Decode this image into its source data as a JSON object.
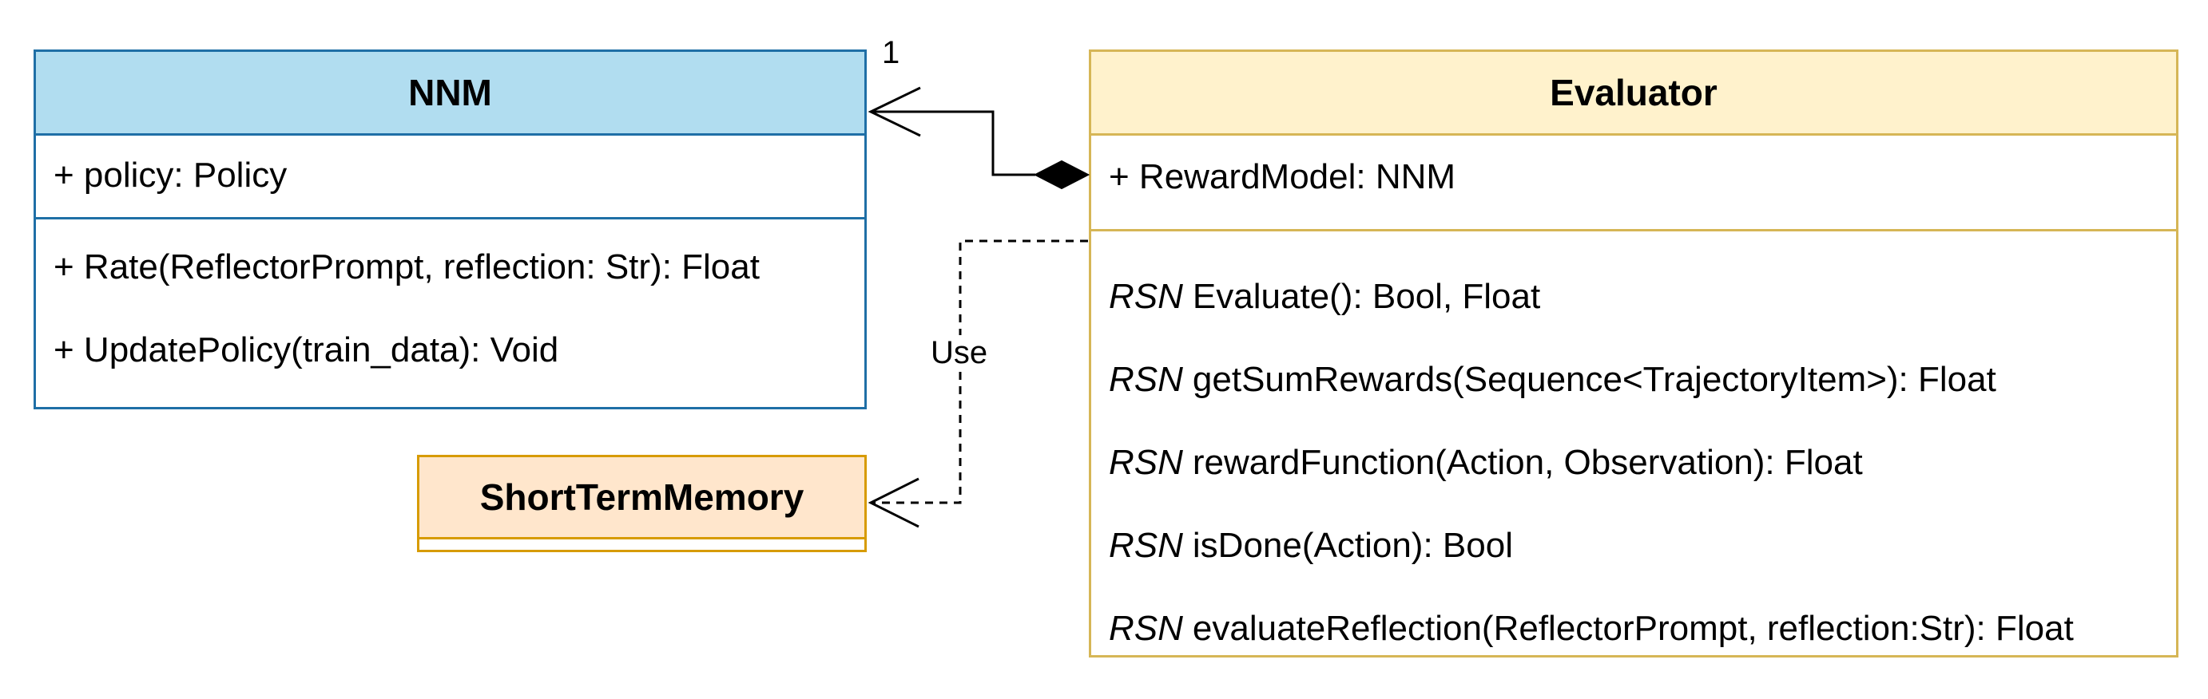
{
  "classes": {
    "nnm": {
      "name": "NNM",
      "attributes": [
        "+ policy: Policy"
      ],
      "methods": [
        "+ Rate(ReflectorPrompt, reflection: Str): Float",
        "+ UpdatePolicy(train_data): Void"
      ]
    },
    "short_term_memory": {
      "name": "ShortTermMemory"
    },
    "evaluator": {
      "name": "Evaluator",
      "attributes": [
        "+ RewardModel: NNM"
      ],
      "methods": [
        {
          "stereotype": "RSN",
          "signature": "Evaluate(): Bool, Float"
        },
        {
          "stereotype": "RSN",
          "signature": "getSumRewards(Sequence<TrajectoryItem>): Float"
        },
        {
          "stereotype": "RSN",
          "signature": "rewardFunction(Action, Observation): Float"
        },
        {
          "stereotype": "RSN",
          "signature": "isDone(Action): Bool"
        },
        {
          "stereotype": "RSN",
          "signature": "evaluateReflection(ReflectorPrompt, reflection:Str): Float"
        }
      ]
    }
  },
  "relations": {
    "composition": {
      "multiplicity": "1"
    },
    "dependency": {
      "label": "Use"
    }
  },
  "colors": {
    "nnm_fill": "#b1ddf0",
    "nnm_stroke": "#1f6fa6",
    "stm_fill": "#ffe6cc",
    "stm_stroke": "#d79b00",
    "eval_fill": "#fff2cc",
    "eval_stroke": "#d6b656"
  }
}
